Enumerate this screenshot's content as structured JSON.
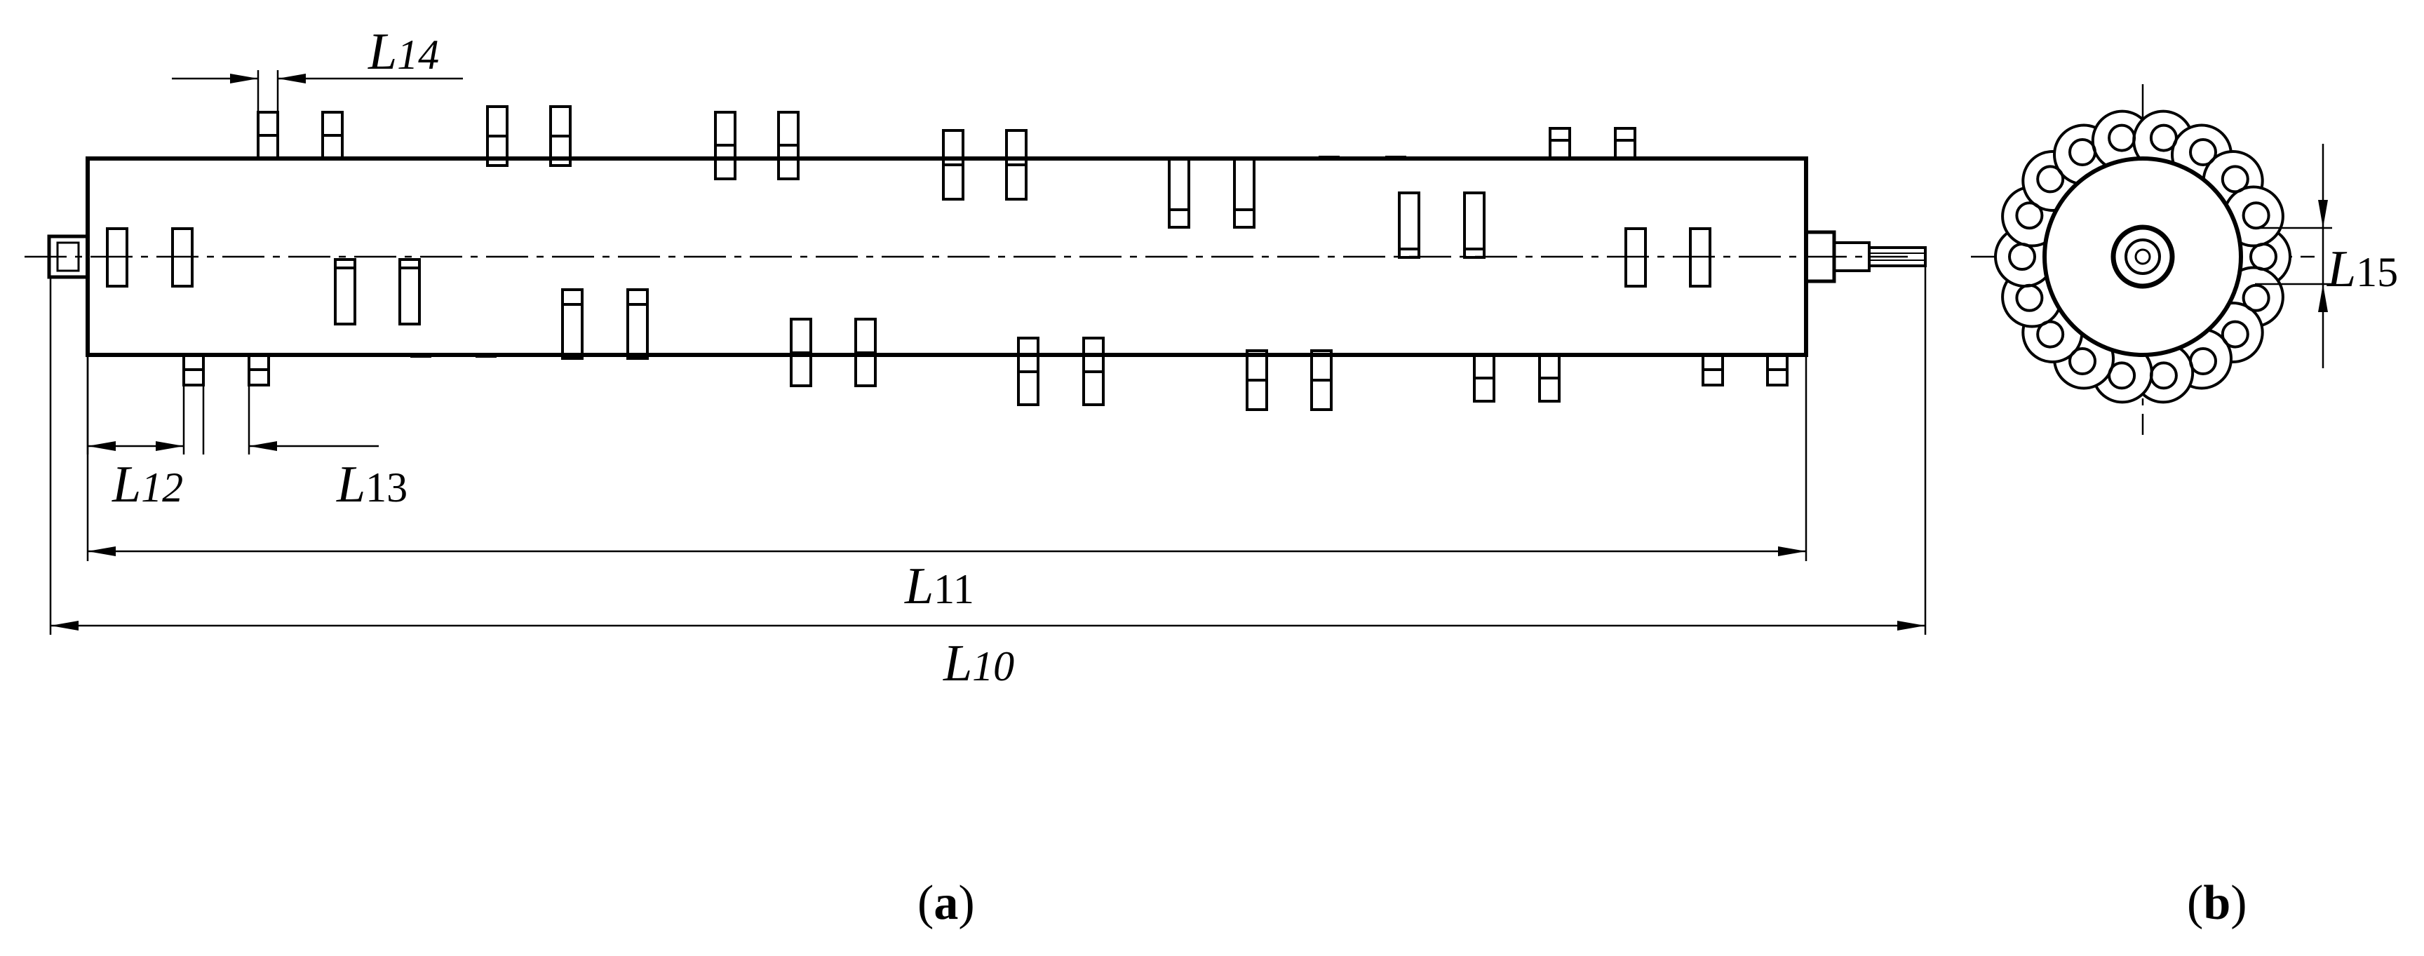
{
  "view_a": {
    "labels": {
      "l14": {
        "main": "L",
        "sub": "14"
      },
      "l12": {
        "main": "L",
        "sub": "12"
      },
      "l13": {
        "main": "L",
        "sub": "13"
      },
      "l11": {
        "main": "L",
        "sub": "11"
      },
      "l10": {
        "main": "L",
        "sub": "10"
      }
    },
    "caption": {
      "open": "(",
      "letter": "a",
      "close": ")"
    }
  },
  "view_b": {
    "labels": {
      "l15": {
        "main": "L",
        "sub": "15"
      }
    },
    "caption": {
      "open": "(",
      "letter": "b",
      "close": ")"
    }
  },
  "colors": {
    "line": "#000000",
    "centerline": "#000000",
    "background": "#ffffff"
  }
}
